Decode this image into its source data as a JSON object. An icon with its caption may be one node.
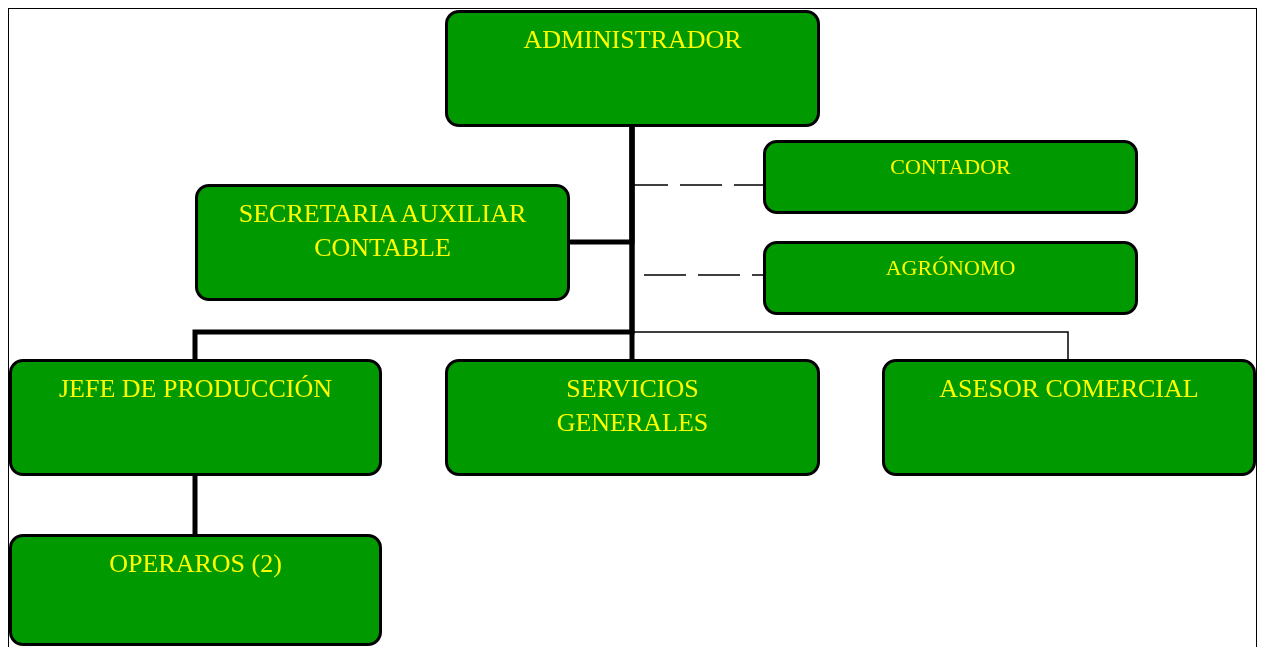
{
  "diagram": {
    "nodes": [
      {
        "text": [
          "ADMINISTRADOR"
        ]
      },
      {
        "text": [
          "CONTADOR"
        ]
      },
      {
        "text": [
          "SECRETARIA AUXILIAR CONTABLE"
        ]
      },
      {
        "text": [
          "AGRÓNOMO"
        ]
      },
      {
        "text": [
          "JEFE DE PRODUCCIÓN"
        ]
      },
      {
        "text": [
          "SERVICIOS GENERALES"
        ]
      },
      {
        "text": [
          "ASESOR COMERCIAL"
        ]
      },
      {
        "text": [
          "OPERAROS (2)"
        ]
      }
    ],
    "edges": [
      {
        "from": 0,
        "to": 1,
        "arrow": "none",
        "style": "dashed"
      },
      {
        "from": 0,
        "to": 2,
        "arrow": "none"
      },
      {
        "from": 0,
        "to": 3,
        "arrow": "none",
        "style": "dashed"
      },
      {
        "from": 0,
        "to": 4,
        "arrow": "none"
      },
      {
        "from": 0,
        "to": 5,
        "arrow": "none"
      },
      {
        "from": 0,
        "to": 6,
        "arrow": "none"
      },
      {
        "from": 4,
        "to": 7,
        "arrow": "none"
      }
    ]
  }
}
